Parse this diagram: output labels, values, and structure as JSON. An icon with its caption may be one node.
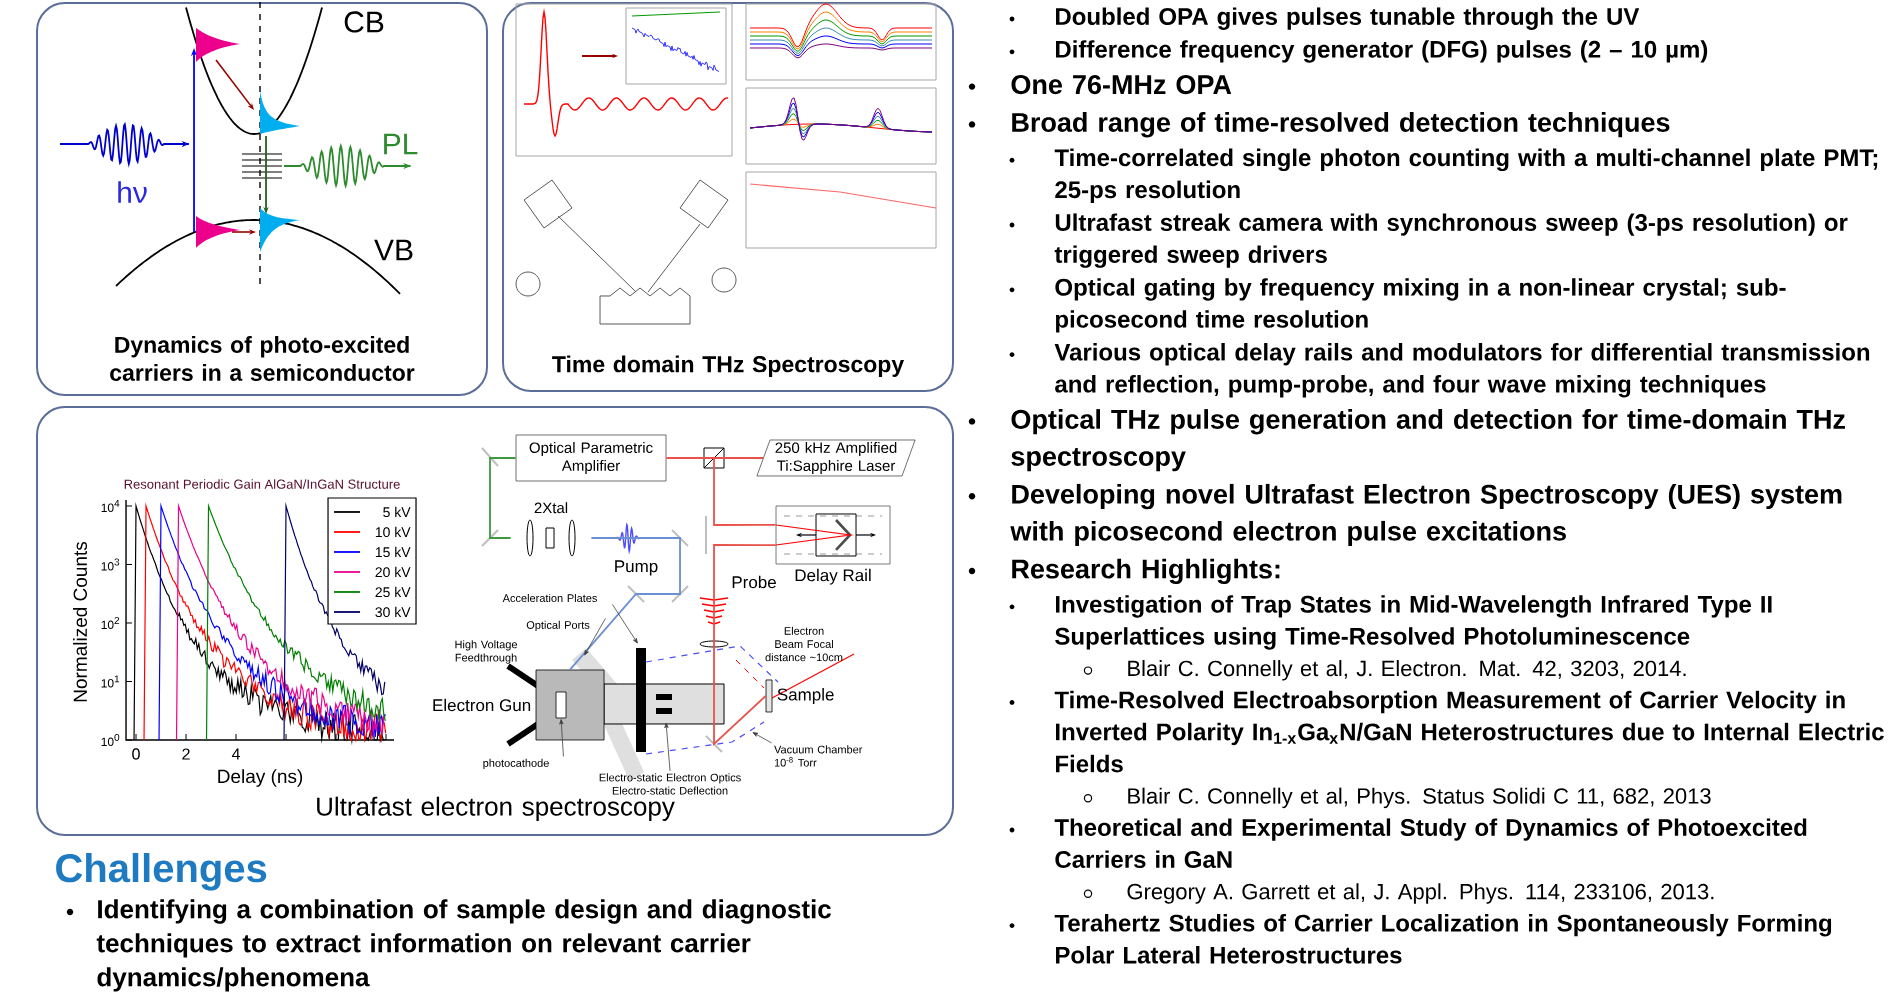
{
  "diagram": {
    "nodes": [
      {
        "text": [
          "Dynamics of photo-excited carriers in a semiconductor"
        ]
      },
      {
        "text": [
          "Time domain THz Spectroscopy"
        ]
      },
      {
        "text": [
          "Ultrafast electron spectroscopy"
        ]
      },
      {
        "text": [
          "Optical Parametric Amplifier"
        ],
        "in": 2
      },
      {
        "text": [
          "250 kHz Amplified Ti:Sapphire Laser"
        ],
        "in": 2
      },
      {
        "text": [
          "2Xtal"
        ],
        "in": 2
      },
      {
        "text": [
          "Delay Rail"
        ],
        "in": 2
      },
      {
        "text": [
          "Electron Gun"
        ],
        "in": 2
      },
      {
        "text": [
          "Sample"
        ],
        "in": 2
      },
      {
        "text": [
          "Acceleration Plates"
        ],
        "in": 2
      },
      {
        "text": [
          "Optical Ports"
        ],
        "in": 2
      },
      {
        "text": [
          "photocathode"
        ],
        "in": 2
      },
      {
        "text": [
          "Electro-static Electron Optics Electro-static Deflection"
        ],
        "in": 2
      },
      {
        "text": [
          "Vacuum Chamber 10$^{-8}$ Torr"
        ],
        "in": 2
      },
      {
        "text": [],
        "shape": "box",
        "in": 7
      }
    ],
    "edges": [
      {
        "from": 4,
        "to": 3,
        "arrow": "none",
        "color": "#e8524a"
      },
      {
        "from": 4,
        "to": 6,
        "arrow": "none",
        "color": "#e8524a"
      },
      {
        "from": 3,
        "to": 5,
        "arrow": "none",
        "color": "#3f9a3f"
      },
      {
        "from": 5,
        "to": 7,
        "arrow": "none",
        "label": "Pump",
        "color": "#6b8fd4"
      },
      {
        "from": 6,
        "to": 8,
        "arrow": "none",
        "label": "Probe",
        "color": "#e8524a"
      },
      {
        "from": 9,
        "to": null,
        "arrow": "to"
      },
      {
        "from": 10,
        "to": null,
        "arrow": "to"
      },
      {
        "from": 11,
        "to": 14,
        "arrow": "to"
      },
      {
        "from": 12,
        "to": null,
        "arrow": "to"
      },
      {
        "from": 13,
        "to": null,
        "arrow": "to"
      }
    ],
    "labels": [
      "CB",
      "hν",
      "PL",
      "VB",
      "Resonant Periodic Gain AlGaN/InGaN Structure",
      "10$^{4}$",
      "10$^{3}$",
      "10$^{2}$",
      "10$^{1}$",
      "10$^{0}$",
      "Normalized Counts",
      "0",
      "2",
      "4",
      "Delay (ns)",
      "High Voltage Feedthrough",
      "Electron Beam Focal distance ~10cm",
      "Doubled OPA gives pulses tunable through the UV",
      "Difference frequency generator (DFG) pulses (2 – 10 µm)",
      "One 76-MHz OPA",
      "Broad range of time-resolved detection techniques",
      "Time-correlated single photon counting with a multi-channel plate PMT; 25-ps resolution",
      "Ultrafast streak camera with synchronous sweep (3-ps resolution) or triggered sweep drivers",
      "Optical gating by frequency mixing in a non-linear crystal; sub-picosecond time resolution",
      "Various optical delay rails and modulators for differential transmission and reflection, pump-probe, and four wave mixing techniques",
      "Optical THz pulse generation and detection for time-domain THz spectroscopy",
      "Developing novel Ultrafast Electron Spectroscopy (UES) system with picosecond electron pulse excitations",
      "Research Highlights:",
      "Investigation of Trap States in Mid-Wavelength Infrared Type II Superlattices using Time-Resolved Photoluminescence",
      "Blair C. Connelly et al, J. Electron. Mat. 42, 3203, 2014.",
      "Time-Resolved Electroabsorption Measurement of Carrier Velocity in Inverted Polarity In$_{1-x}$Ga$_{x}$N/GaN Heterostructures due to Internal Electric Fields",
      "Blair C. Connelly et al,  Phys. Status Solidi C 11, 682, 2013",
      "Theoretical and Experimental Study of Dynamics of Photoexcited Carriers in GaN",
      "Gregory A. Garrett et al, J. Appl. Phys. 114, 233106, 2013.",
      "Terahertz Studies of Carrier Localization in Spontaneously Forming Polar Lateral Heterostructures",
      "Challenges",
      "Identifying a combination of sample design and diagnostic techniques to extract information on relevant carrier dynamics/phenomena"
    ],
    "legend": [
      {
        "text": "5 kV"
      },
      {
        "text": "10 kV"
      },
      {
        "text": "15 kV"
      },
      {
        "text": "20 kV"
      },
      {
        "text": "25 kV"
      },
      {
        "text": "30 kV"
      }
    ]
  }
}
